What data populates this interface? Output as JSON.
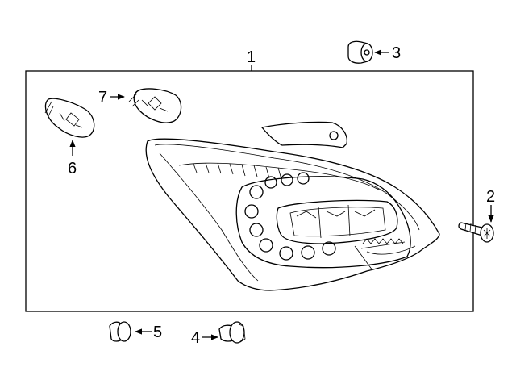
{
  "diagram": {
    "callouts": {
      "c1": "1",
      "c2": "2",
      "c3": "3",
      "c4": "4",
      "c5": "5",
      "c6": "6",
      "c7": "7"
    },
    "colors": {
      "line": "#000000",
      "background": "#ffffff"
    },
    "parts": {
      "p1": "tail-lamp-assembly",
      "p2": "screw",
      "p3": "nut",
      "p4": "grommet",
      "p5": "push-pin",
      "p6": "bulb",
      "p7": "bulb"
    }
  }
}
